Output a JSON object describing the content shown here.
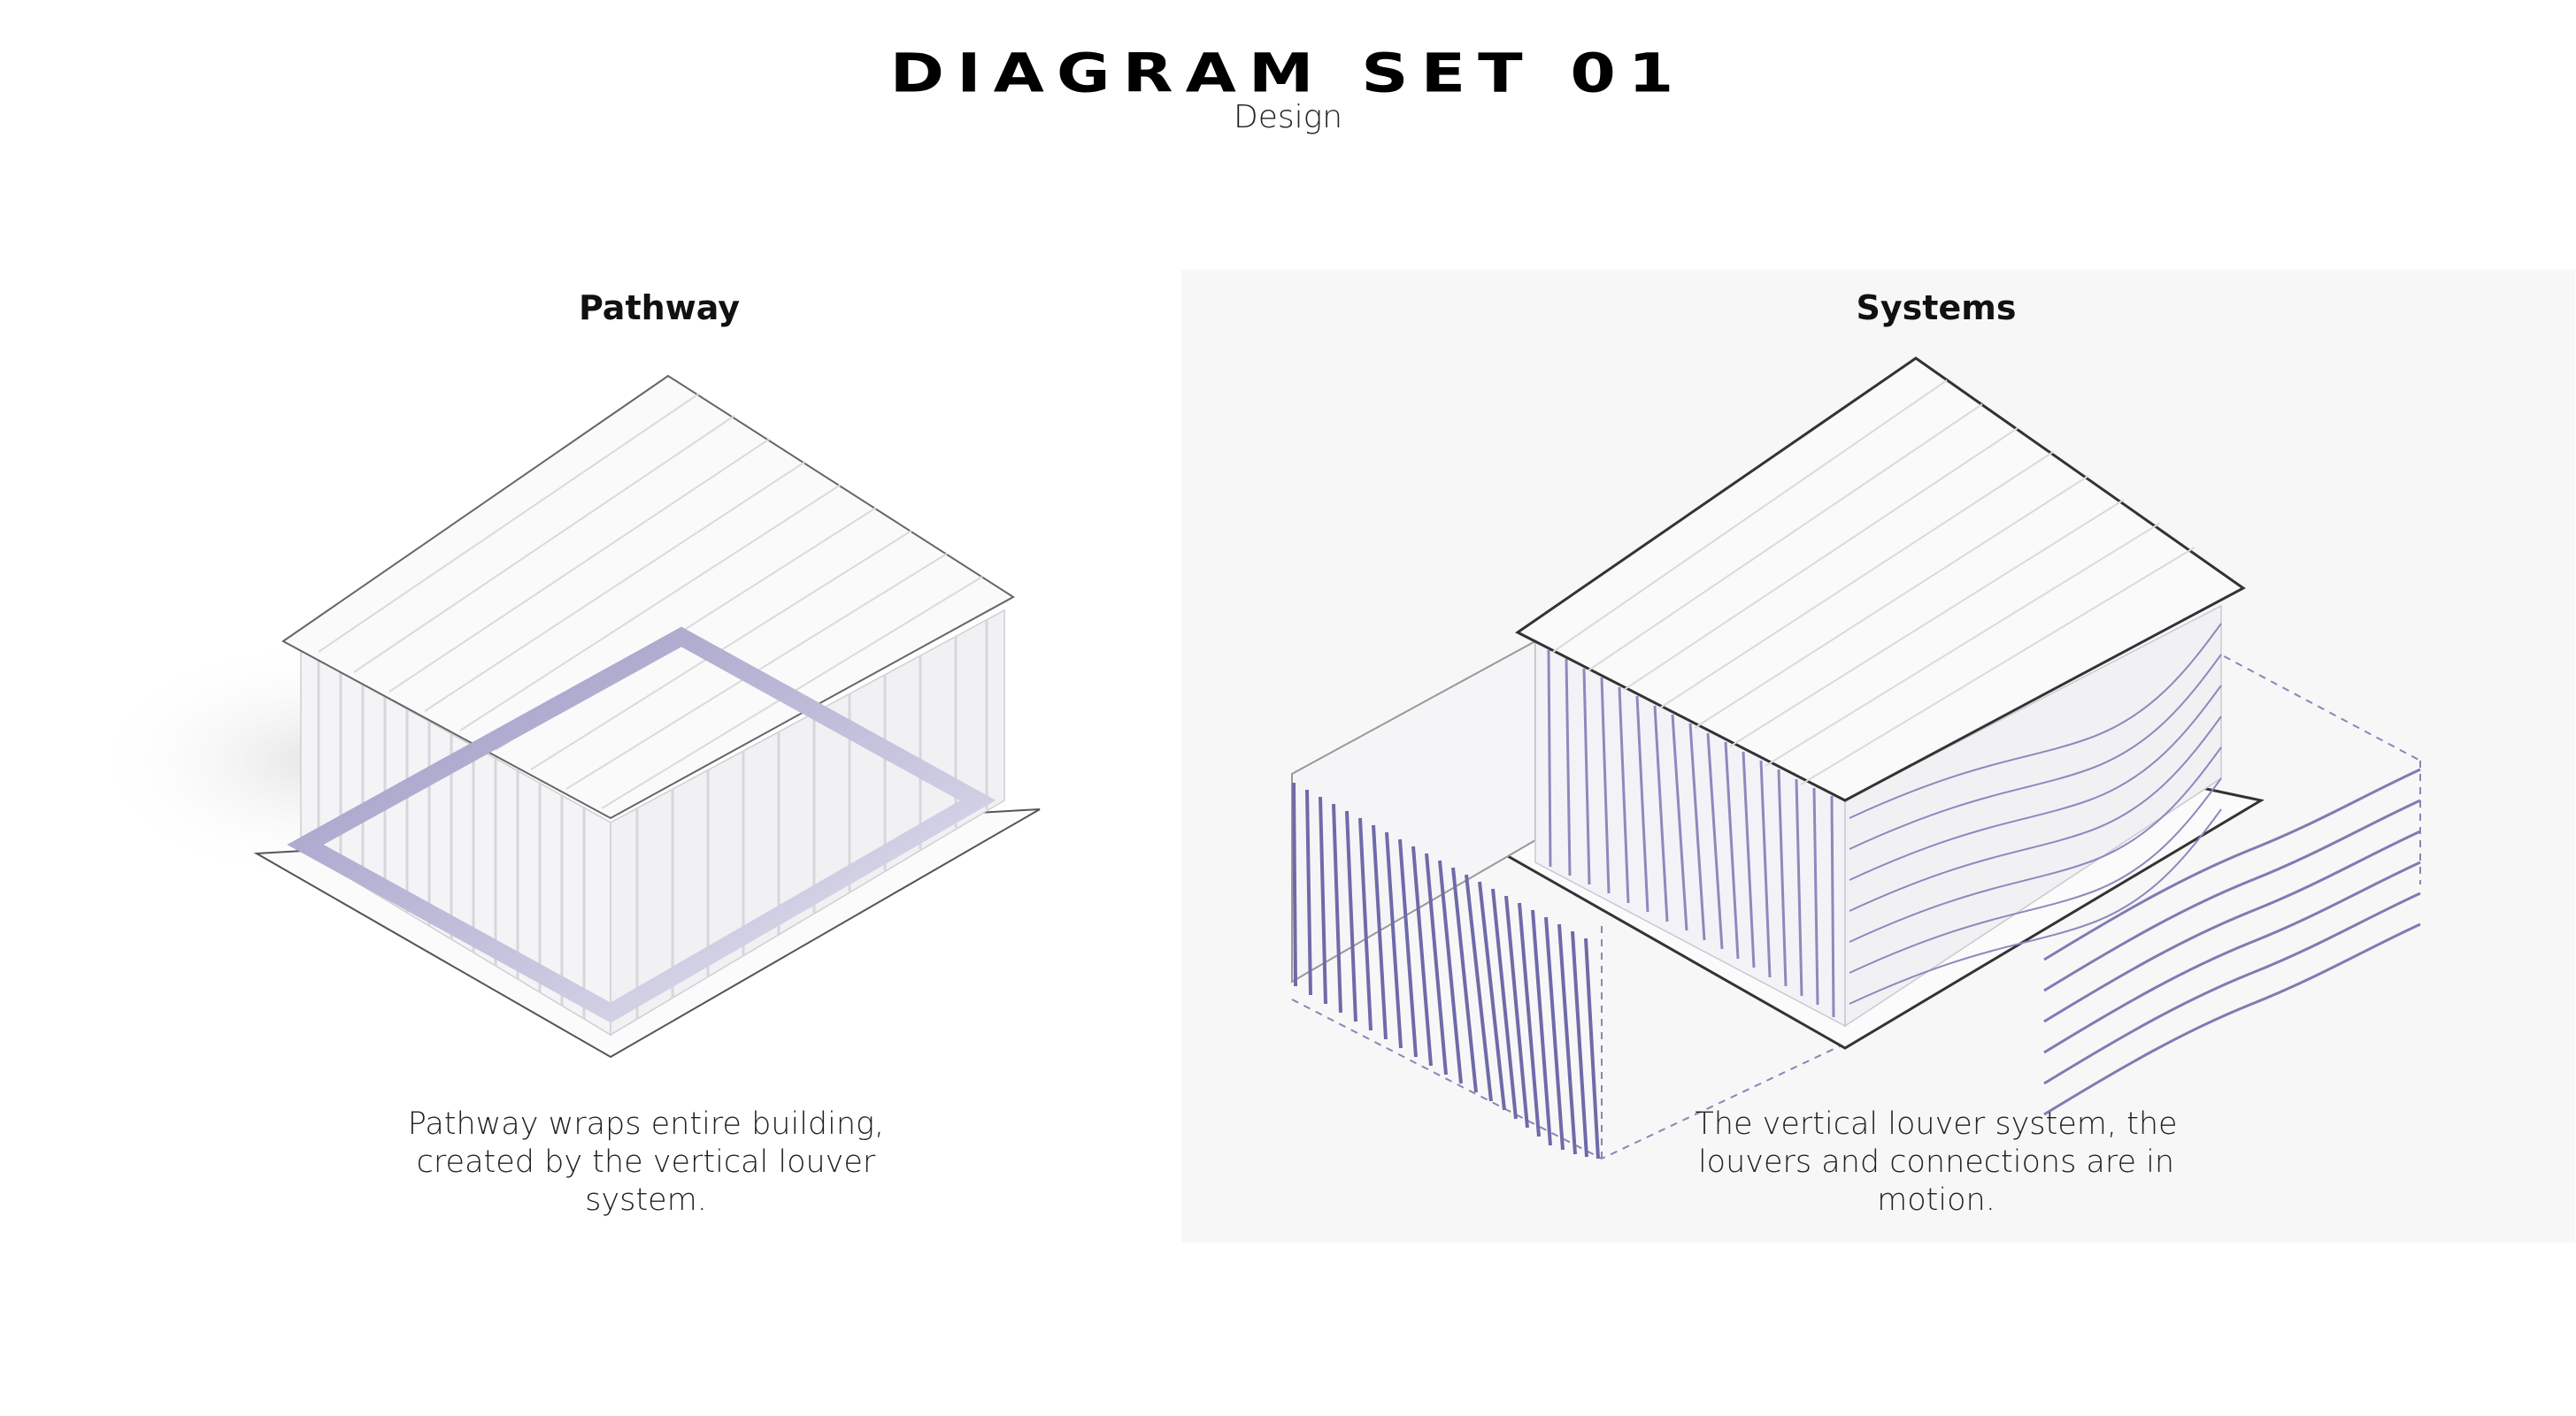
{
  "sheet": {
    "title": "DIAGRAM SET 01",
    "subtitle": "Design"
  },
  "panels": [
    {
      "heading": "Pathway",
      "caption": "Pathway wraps entire building, created by the vertical louver system."
    },
    {
      "heading": "Systems",
      "caption": "The vertical louver system, the louvers and connections are in motion."
    }
  ],
  "colors": {
    "accent": "#6f6aa8",
    "line": "#5a5a5a",
    "faint": "#c8c8cf",
    "background": "#ffffff"
  }
}
